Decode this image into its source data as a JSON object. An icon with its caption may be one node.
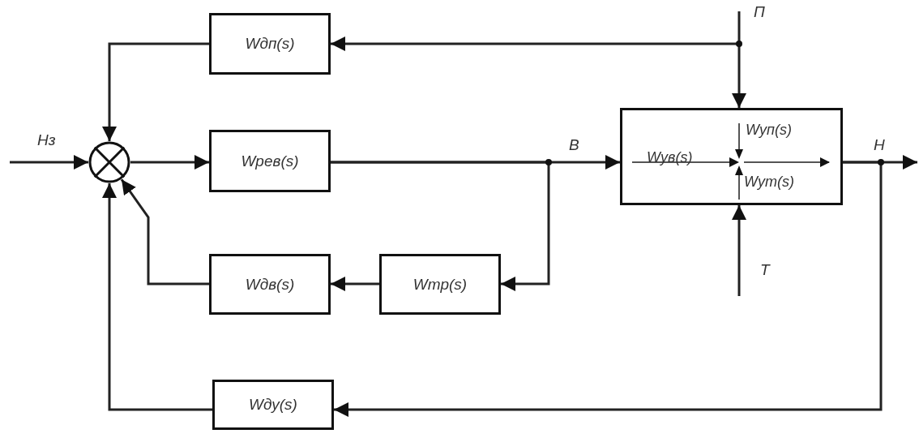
{
  "diagram": {
    "nodes": [
      {
        "text": [
          "Wдп(s)"
        ]
      },
      {
        "text": [],
        "shape": "circle"
      },
      {
        "text": [
          "Wрев(s)"
        ]
      },
      {
        "text": [
          "Wув(s)",
          "Wуп(s)",
          "Wут(s)"
        ]
      },
      {
        "text": [
          "Wдв(s)"
        ]
      },
      {
        "text": [
          "Wтр(s)"
        ]
      },
      {
        "text": [
          "Wду(s)"
        ]
      }
    ],
    "edges": [
      {
        "from": null,
        "to": 1,
        "arrow": "to",
        "label": "Нз"
      },
      {
        "from": 1,
        "to": 2,
        "arrow": "to"
      },
      {
        "from": 2,
        "to": 3,
        "arrow": "to",
        "label": "В"
      },
      {
        "from": 2,
        "to": 5,
        "arrow": "to"
      },
      {
        "from": 5,
        "to": 4,
        "arrow": "to"
      },
      {
        "from": 4,
        "to": 1,
        "arrow": "to"
      },
      {
        "from": 0,
        "to": 1,
        "arrow": "to"
      },
      {
        "from": null,
        "to": 3,
        "arrow": "to",
        "label": "П"
      },
      {
        "from": null,
        "to": 0,
        "arrow": "to"
      },
      {
        "from": null,
        "to": 3,
        "arrow": "to",
        "label": "Т"
      },
      {
        "from": 3,
        "to": null,
        "arrow": "to",
        "label": "Н"
      },
      {
        "from": 3,
        "to": 6,
        "arrow": "to"
      },
      {
        "from": 6,
        "to": 1,
        "arrow": "to"
      }
    ]
  }
}
